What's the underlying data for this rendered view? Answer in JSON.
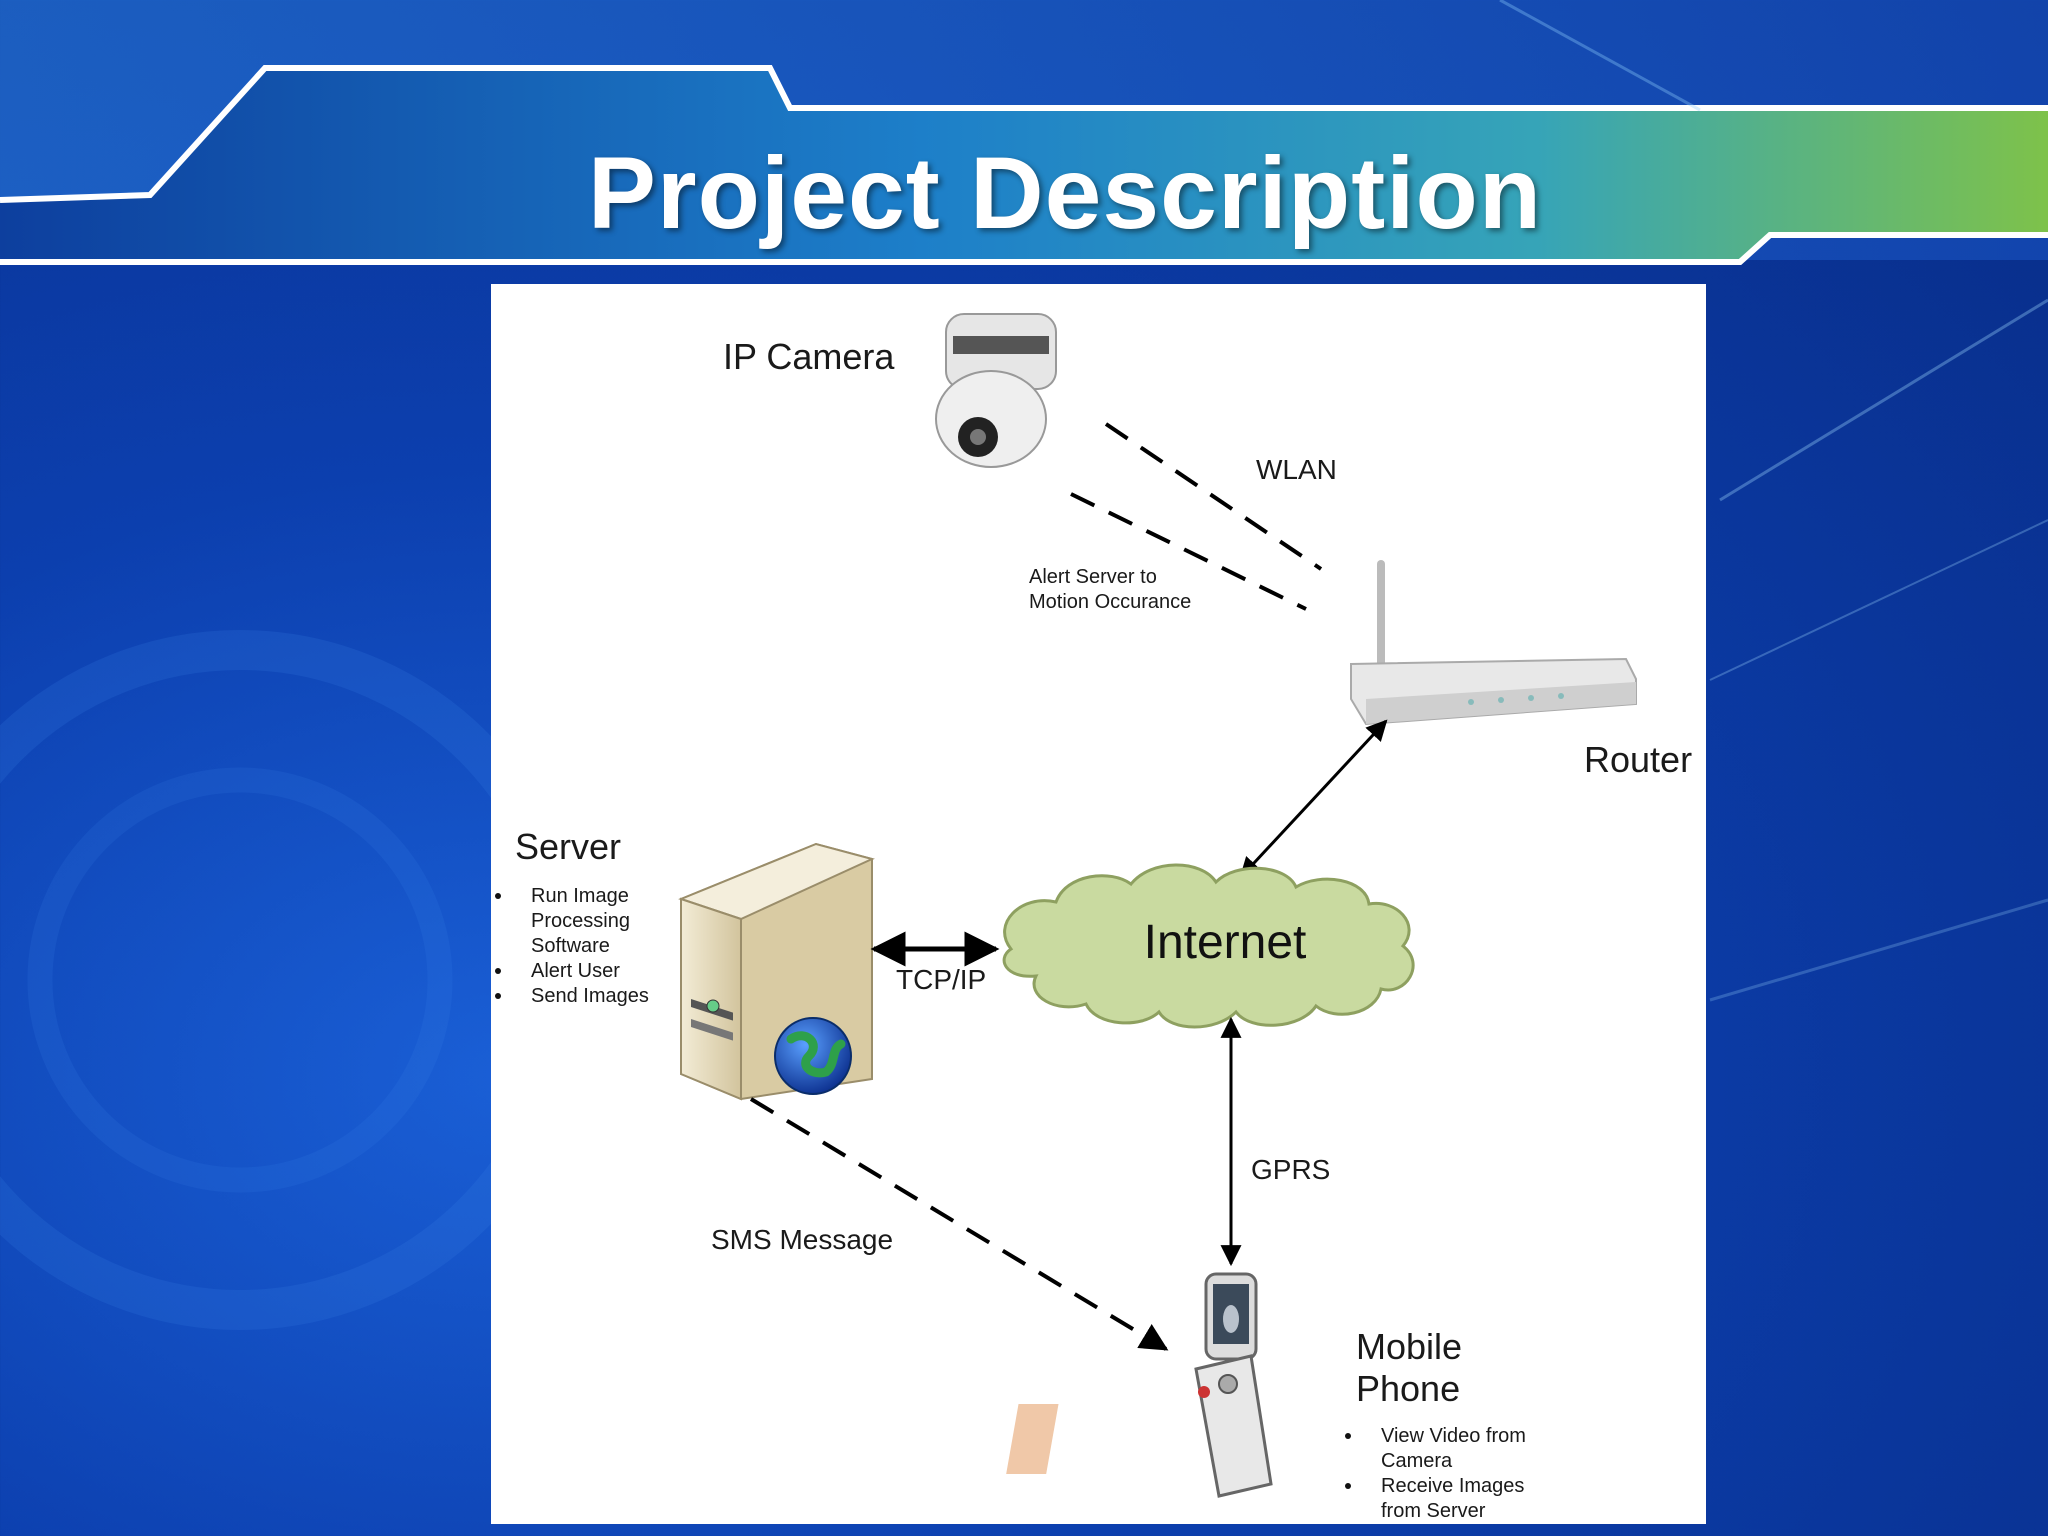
{
  "slide": {
    "title": "Project Description"
  },
  "diagram": {
    "nodes": {
      "ip_camera": "IP Camera",
      "router": "Router",
      "server": "Server",
      "internet": "Internet",
      "mobile_phone_line1": "Mobile",
      "mobile_phone_line2": "Phone"
    },
    "server_bullets": [
      "Run Image\nProcessing\nSoftware",
      "Alert User",
      "Send Images"
    ],
    "phone_bullets": [
      "View Video from\nCamera",
      "Receive Images\nfrom Server"
    ],
    "edges": {
      "wlan": "WLAN",
      "alert_line1": "Alert Server to",
      "alert_line2": "Motion Occurance",
      "tcpip": "TCP/IP",
      "gprs": "GPRS",
      "sms": "SMS Message"
    }
  },
  "colors": {
    "background": "#0c3fae",
    "cloud_fill": "#c9daa0",
    "title_text": "#ffffff"
  }
}
